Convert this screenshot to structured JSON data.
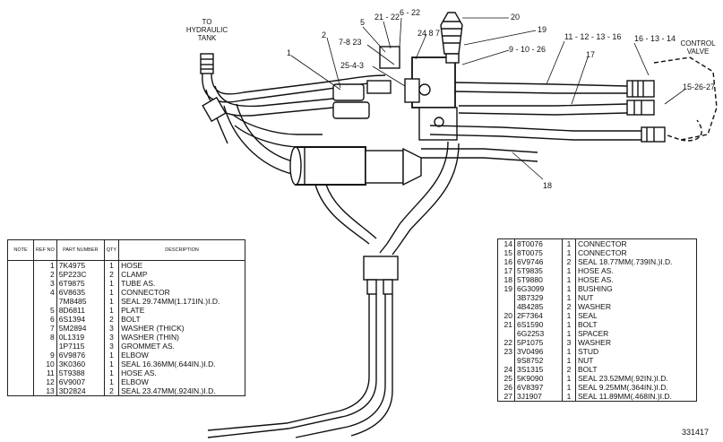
{
  "labels": {
    "to_hydraulic_tank": "TO\nHYDRAULIC\nTANK",
    "control_valve": "CONTROL\nVALVE",
    "drawing_number": "331417"
  },
  "callouts": [
    "1",
    "2",
    "5",
    "21 - 22",
    "6 - 22",
    "20",
    "19",
    "24 8 7",
    "7-8 23",
    "25-4-3",
    "9 - 10 - 26",
    "11 - 12 - 13 - 16",
    "16 - 13 - 14",
    "17",
    "15-26-27",
    "18"
  ],
  "left_table": {
    "headers": [
      "NOTE",
      "REF NO",
      "PART NUMBER",
      "QTY",
      "DESCRIPTION"
    ],
    "rows": [
      {
        "ref": "1",
        "pn": "7K4975",
        "qty": "1",
        "desc": "HOSE"
      },
      {
        "ref": "2",
        "pn": "5P223C",
        "qty": "2",
        "desc": "CLAMP"
      },
      {
        "ref": "3",
        "pn": "6T9875",
        "qty": "1",
        "desc": "TUBE AS."
      },
      {
        "ref": "4",
        "pn": "6V8635",
        "qty": "1",
        "desc": "CONNECTOR"
      },
      {
        "ref": "",
        "pn": "7M8485",
        "qty": "1",
        "desc": "SEAL  29.74MM(1.171IN.)I.D."
      },
      {
        "ref": "5",
        "pn": "8D6811",
        "qty": "1",
        "desc": "PLATE"
      },
      {
        "ref": "6",
        "pn": "6S1394",
        "qty": "2",
        "desc": "BOLT"
      },
      {
        "ref": "7",
        "pn": "5M2894",
        "qty": "3",
        "desc": "WASHER (THICK)"
      },
      {
        "ref": "8",
        "pn": "0L1319",
        "qty": "3",
        "desc": "WASHER (THIN)"
      },
      {
        "ref": "",
        "pn": "1P7115",
        "qty": "3",
        "desc": "GROMMET AS."
      },
      {
        "ref": "9",
        "pn": "6V9876",
        "qty": "1",
        "desc": "ELBOW"
      },
      {
        "ref": "10",
        "pn": "3K0360",
        "qty": "1",
        "desc": "SEAL  16.36MM(.644IN.)I.D."
      },
      {
        "ref": "11",
        "pn": "5T9388",
        "qty": "1",
        "desc": "HOSE AS."
      },
      {
        "ref": "12",
        "pn": "6V9007",
        "qty": "1",
        "desc": "ELBOW"
      },
      {
        "ref": "13",
        "pn": "3D2824",
        "qty": "2",
        "desc": "SEAL  23.47MM(.924IN.)I.D."
      }
    ]
  },
  "right_table": {
    "rows": [
      {
        "ref": "14",
        "pn": "8T0076",
        "qty": "1",
        "desc": "CONNECTOR"
      },
      {
        "ref": "15",
        "pn": "8T0075",
        "qty": "1",
        "desc": "CONNECTOR"
      },
      {
        "ref": "16",
        "pn": "6V9746",
        "qty": "2",
        "desc": "SEAL  18.77MM(.739IN.)I.D."
      },
      {
        "ref": "17",
        "pn": "5T9835",
        "qty": "1",
        "desc": "HOSE  AS."
      },
      {
        "ref": "18",
        "pn": "5T9880",
        "qty": "1",
        "desc": "HOSE AS."
      },
      {
        "ref": "19",
        "pn": "6G3099",
        "qty": "1",
        "desc": "BUSHING"
      },
      {
        "ref": "",
        "pn": "3B7329",
        "qty": "1",
        "desc": "NUT"
      },
      {
        "ref": "",
        "pn": "4B4285",
        "qty": "2",
        "desc": "WASHER"
      },
      {
        "ref": "20",
        "pn": "2F7364",
        "qty": "1",
        "desc": "SEAL"
      },
      {
        "ref": "21",
        "pn": "6S1590",
        "qty": "1",
        "desc": "BOLT"
      },
      {
        "ref": "",
        "pn": "6G2253",
        "qty": "1",
        "desc": "SPACER"
      },
      {
        "ref": "22",
        "pn": "5P1075",
        "qty": "3",
        "desc": "WASHER"
      },
      {
        "ref": "23",
        "pn": "3V0496",
        "qty": "1",
        "desc": "STUD"
      },
      {
        "ref": "",
        "pn": "9S8752",
        "qty": "1",
        "desc": "NUT"
      },
      {
        "ref": "24",
        "pn": "3S1315",
        "qty": "2",
        "desc": "BOLT"
      },
      {
        "ref": "25",
        "pn": "5K9090",
        "qty": "1",
        "desc": "SEAL  23.52MM(.92IN.)I.D."
      },
      {
        "ref": "26",
        "pn": "6V8397",
        "qty": "1",
        "desc": "SEAL  9.25MM(.364IN.)I.D."
      },
      {
        "ref": "27",
        "pn": "3J1907",
        "qty": "1",
        "desc": "SEAL  11.89MM(.468IN.)I.D."
      }
    ]
  }
}
